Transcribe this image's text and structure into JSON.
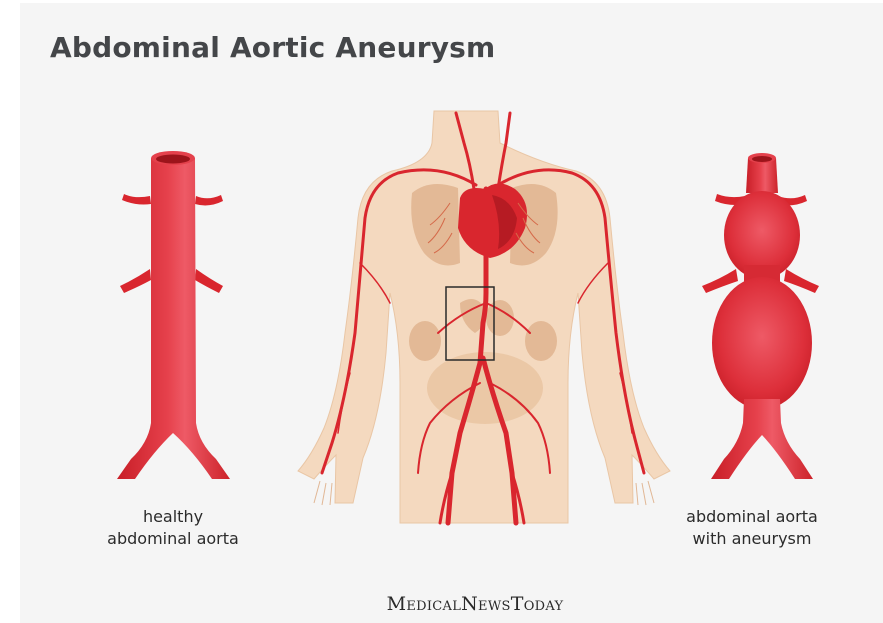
{
  "title": "Abdominal Aortic Aneurysm",
  "captions": {
    "left_line1": "healthy",
    "left_line2": "abdominal aorta",
    "right_line1": "abdominal aorta",
    "right_line2": "with aneurysm"
  },
  "logo": "MedicalNewsToday",
  "colors": {
    "background": "#f5f5f5",
    "artery": "#d9262e",
    "artery_highlight": "#ee5a66",
    "skin": "#f4d9bf",
    "organs": "#e3b996",
    "title": "#444649"
  }
}
